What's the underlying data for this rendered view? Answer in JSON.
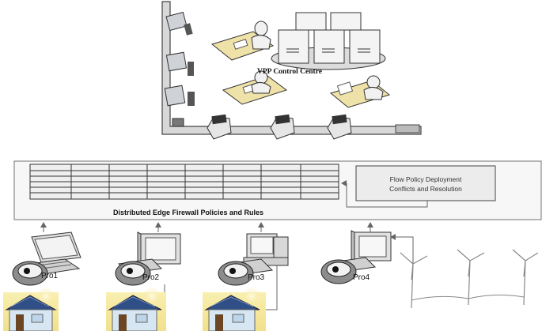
{
  "control_room": {
    "label": "VPP Control Centre"
  },
  "policy_panel": {
    "title": "Flow Policy Deployment",
    "subtitle": "Conflicts and Resolution"
  },
  "firewall_panel": {
    "caption": "Distributed Edge Firewall Policies and Rules"
  },
  "prosumers": [
    {
      "label": "Pro1"
    },
    {
      "label": "Pro2"
    },
    {
      "label": "Pro3"
    },
    {
      "label": "Pro4"
    }
  ],
  "colors": {
    "line": "#555555",
    "panel_fill": "#f7f7f7",
    "table_fill": "#efefef",
    "desk": "#efe2a8",
    "house_wall": "#d6e7f3",
    "roof_panel": "#2f4f86",
    "sky": "#f4e9a2",
    "door": "#6b4524"
  }
}
